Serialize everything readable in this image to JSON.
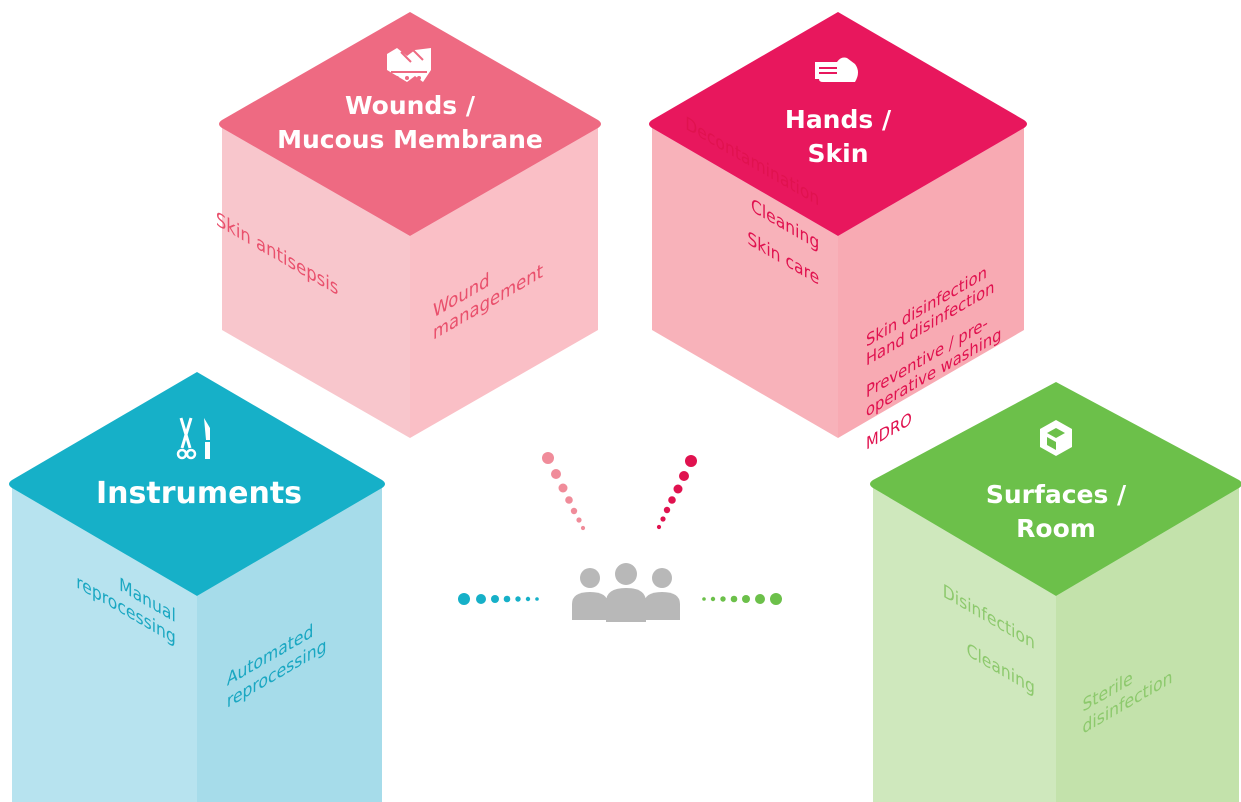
{
  "colors": {
    "wounds_top": "#ee6a82",
    "wounds_left": "#f8c6cc",
    "wounds_right": "#fabfc6",
    "wounds_text": "#e9506c",
    "hands_top": "#e8175d",
    "hands_left": "#f8b2ba",
    "hands_right": "#f8aab3",
    "hands_text": "#e0124f",
    "instruments_top": "#16b0c8",
    "instruments_left": "#b7e3ef",
    "instruments_right": "#a6dcea",
    "instruments_text": "#1aa7c2",
    "surfaces_top": "#6cc04a",
    "surfaces_left": "#cfe8bd",
    "surfaces_right": "#c3e2ab",
    "surfaces_text": "#8dc96d",
    "people": "#b8b8b8"
  },
  "cubes": {
    "wounds": {
      "icon": "wound-tissue-icon",
      "title_line1": "Wounds /",
      "title_line2": "Mucous Membrane",
      "left_face": [
        "Skin antisepsis"
      ],
      "right_face": [
        "Wound",
        "management"
      ]
    },
    "hands": {
      "icon": "hand-icon",
      "title_line1": "Hands /",
      "title_line2": "Skin",
      "left_face": [
        "Decontamination",
        "Cleaning",
        "Skin care"
      ],
      "right_face": [
        "Skin disinfection",
        "Hand disinfection",
        "Preventive / pre-",
        "operative washing",
        "MDRO"
      ]
    },
    "instruments": {
      "icon": "scissors-scalpel-icon",
      "title_line1": "Instruments",
      "left_face": [
        "Manual",
        "reprocessing"
      ],
      "right_face": [
        "Automated",
        "reprocessing"
      ]
    },
    "surfaces": {
      "icon": "room-cube-icon",
      "title_line1": "Surfaces /",
      "title_line2": "Room",
      "left_face": [
        "Disinfection",
        "Cleaning"
      ],
      "right_face": [
        "Sterile",
        "disinfection"
      ]
    }
  },
  "center": {
    "icon": "people-group-icon"
  }
}
